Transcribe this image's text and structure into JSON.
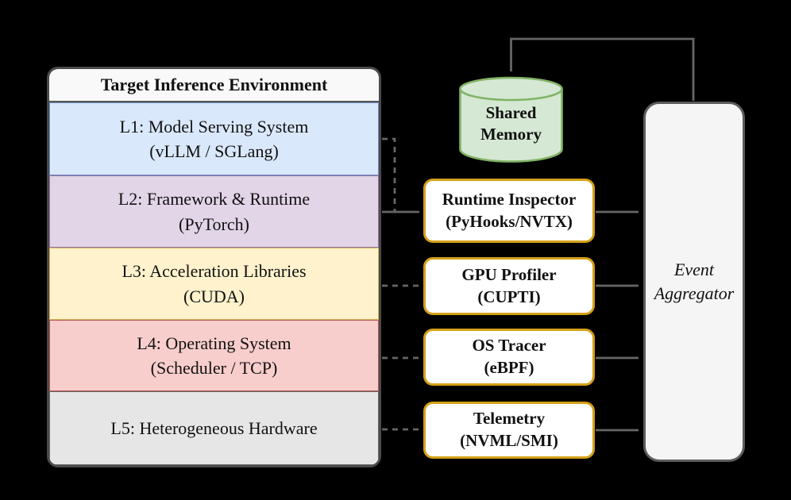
{
  "colors": {
    "background": "#000000",
    "connector": "#666666",
    "container_border": "#4a4a4a",
    "header_fill": "#f9f9f9",
    "collector_fill": "#ffffff",
    "collector_border": "#d4a017",
    "cylinder_fill": "#d5e8d4",
    "cylinder_border": "#82b366",
    "aggregator_fill": "#f5f5f5",
    "aggregator_border": "#5c5c5c"
  },
  "environment": {
    "title": "Target Inference Environment",
    "layers": [
      {
        "line1": "L1: Model Serving System",
        "line2": "(vLLM / SGLang)",
        "fill": "#dae8fc",
        "border": "#6c8ebf"
      },
      {
        "line1": "L2: Framework & Runtime",
        "line2": "(PyTorch)",
        "fill": "#e1d5e7",
        "border": "#9673a6"
      },
      {
        "line1": "L3: Acceleration Libraries",
        "line2": "(CUDA)",
        "fill": "#fff2cc",
        "border": "#d6b656"
      },
      {
        "line1": "L4: Operating System",
        "line2": "(Scheduler / TCP)",
        "fill": "#f8cecc",
        "border": "#b85450"
      },
      {
        "line1": "L5: Heterogeneous Hardware",
        "line2": "",
        "fill": "#e6e6e6",
        "border": "#666666"
      }
    ]
  },
  "shared_memory": {
    "line1": "Shared",
    "line2": "Memory"
  },
  "collectors": [
    {
      "line1": "Runtime Inspector",
      "line2": "(PyHooks/NVTX)"
    },
    {
      "line1": "GPU Profiler",
      "line2": "(CUPTI)"
    },
    {
      "line1": "OS Tracer",
      "line2": "(eBPF)"
    },
    {
      "line1": "Telemetry",
      "line2": "(NVML/SMI)"
    }
  ],
  "aggregator": {
    "line1": "Event",
    "line2": "Aggregator"
  }
}
